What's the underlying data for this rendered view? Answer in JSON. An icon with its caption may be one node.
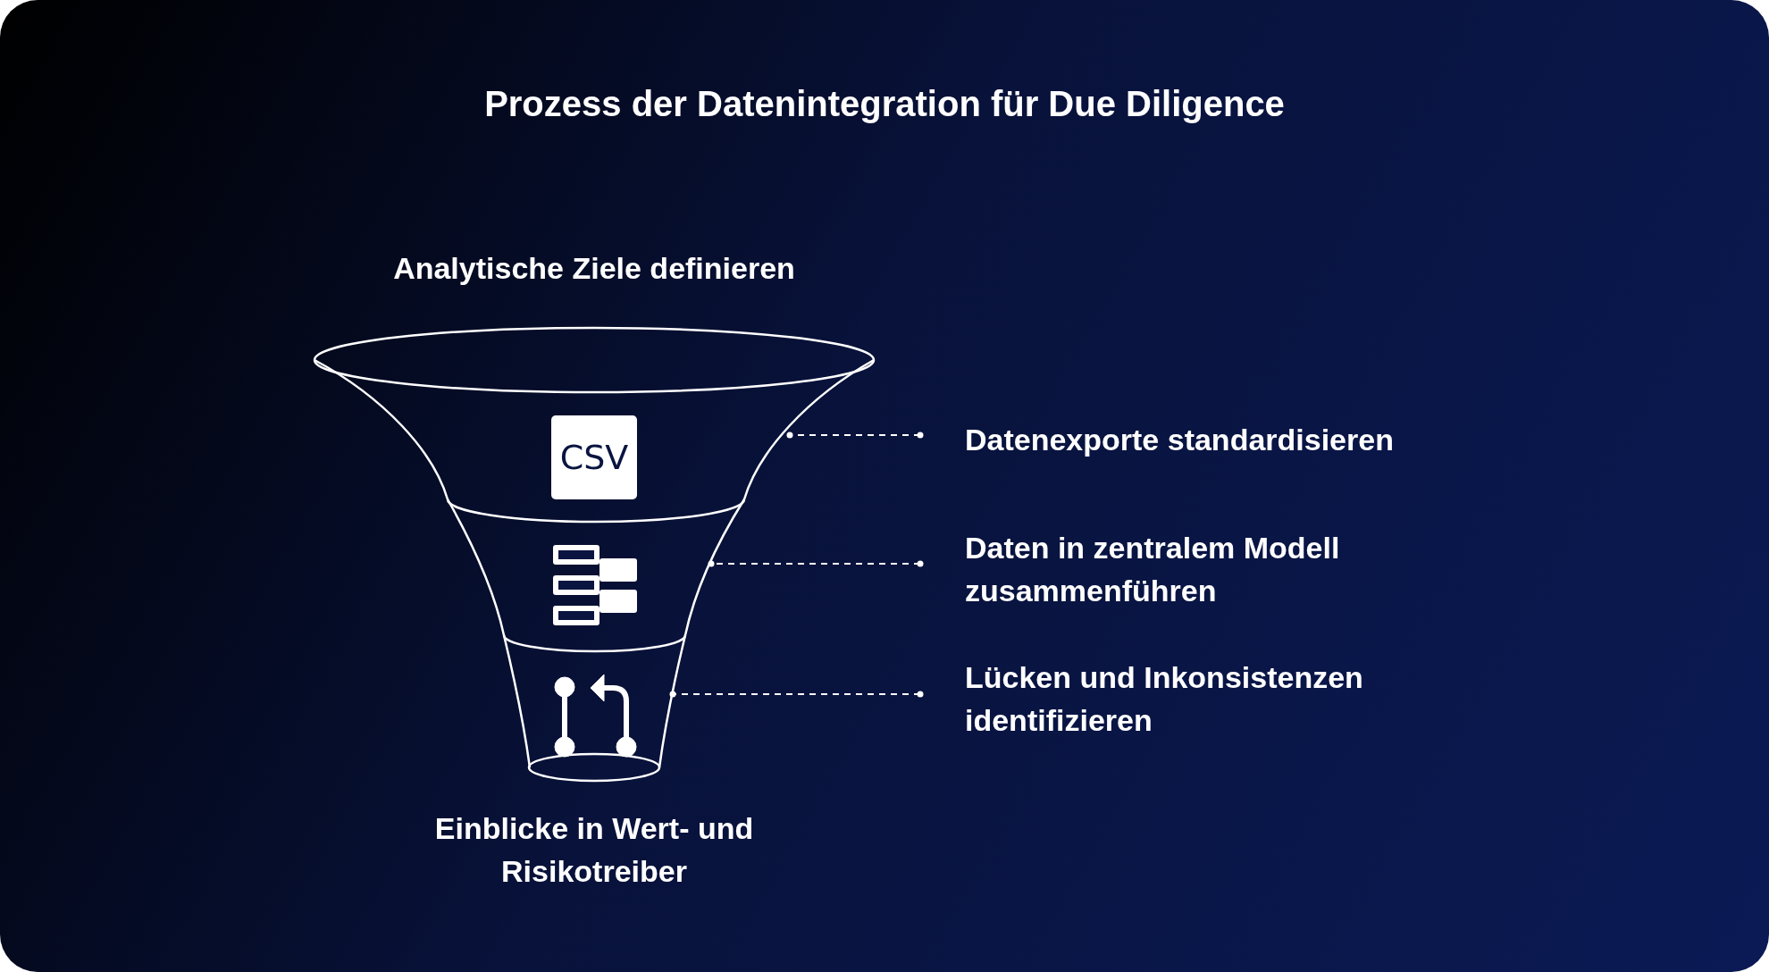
{
  "diagram": {
    "title": "Prozess der Datenintegration für Due Diligence",
    "nodes": [
      {
        "text": [
          "Datenexporte standardisieren"
        ]
      },
      {
        "text": [],
        "shape": "band"
      },
      {
        "text": [
          "Daten in zentralem Modell zusammenführen"
        ]
      },
      {
        "text": [],
        "shape": "band"
      },
      {
        "text": [
          "Lücken und Inkonsistenzen identifizieren"
        ]
      },
      {
        "text": [],
        "shape": "band"
      }
    ],
    "edges": [
      {
        "from": 0,
        "to": 1,
        "arrow": "other",
        "style": "dashed"
      },
      {
        "from": 2,
        "to": 3,
        "arrow": "other",
        "style": "dashed"
      },
      {
        "from": 4,
        "to": 5,
        "arrow": "other",
        "style": "dashed"
      }
    ],
    "labels": [
      "Analytische Ziele definieren",
      "CSV",
      "Einblicke in Wert- und Risikotreiber"
    ]
  }
}
